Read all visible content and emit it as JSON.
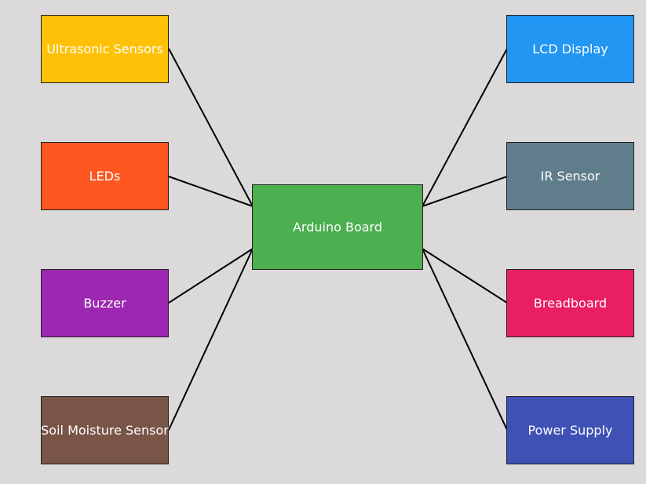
{
  "center": {
    "label": "Arduino Board",
    "color": "#4caf50"
  },
  "left_nodes": [
    {
      "label": "Ultrasonic Sensors",
      "color": "#ffc107"
    },
    {
      "label": "LEDs",
      "color": "#ff5722"
    },
    {
      "label": "Buzzer",
      "color": "#9c27b0"
    },
    {
      "label": "Soil Moisture Sensor",
      "color": "#795548"
    }
  ],
  "right_nodes": [
    {
      "label": "LCD Display",
      "color": "#2196f3"
    },
    {
      "label": "IR Sensor",
      "color": "#607d8b"
    },
    {
      "label": "Breadboard",
      "color": "#e91e63"
    },
    {
      "label": "Power Supply",
      "color": "#3f51b5"
    }
  ]
}
